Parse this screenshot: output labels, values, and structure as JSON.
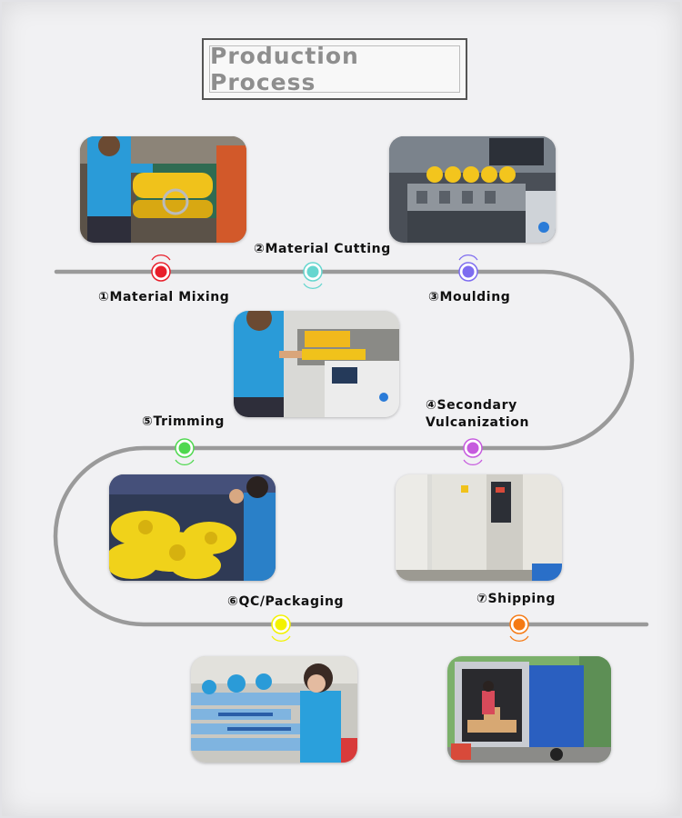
{
  "title": "Production Process",
  "steps": [
    {
      "num": "①",
      "label": "Material Mixing",
      "color": "#e81e2a"
    },
    {
      "num": "②",
      "label": "Material Cutting",
      "color": "#66d6cf"
    },
    {
      "num": "③",
      "label": "Moulding",
      "color": "#7d6cf0"
    },
    {
      "num": "④",
      "label_line1": "Secondary",
      "label_line2": "Vulcanization",
      "color": "#c65bde"
    },
    {
      "num": "⑤",
      "label": "Trimming",
      "color": "#4fd84f"
    },
    {
      "num": "⑥",
      "label": "QC/Packaging",
      "color": "#f3f200"
    },
    {
      "num": "⑦",
      "label": "Shipping",
      "color": "#f57a14"
    }
  ],
  "photos": [
    {
      "subject": "material-mixing-photo"
    },
    {
      "subject": "moulding-photo"
    },
    {
      "subject": "material-cutting-photo"
    },
    {
      "subject": "trimming-photo"
    },
    {
      "subject": "vulcanization-photo"
    },
    {
      "subject": "qc-packaging-photo"
    },
    {
      "subject": "shipping-photo"
    }
  ],
  "track_color": "#9a9a9a"
}
